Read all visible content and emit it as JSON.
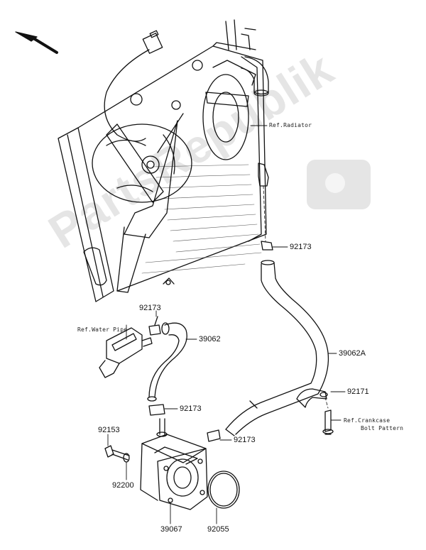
{
  "watermark": "PartsRepublik",
  "references": {
    "radiator": "Ref.Radiator",
    "water_pipe": "Ref.Water Pipe",
    "crankcase_line1": "Ref.Crankcase",
    "crankcase_line2": "Bolt Pattern"
  },
  "part_labels": {
    "p92173_a": "92173",
    "p92173_b": "92173",
    "p39062": "39062",
    "p39062A": "39062A",
    "p92171": "92171",
    "p92173_c": "92173",
    "p92153": "92153",
    "p92173_d": "92173",
    "p92200": "92200",
    "p39067": "39067",
    "p92055": "92055"
  }
}
